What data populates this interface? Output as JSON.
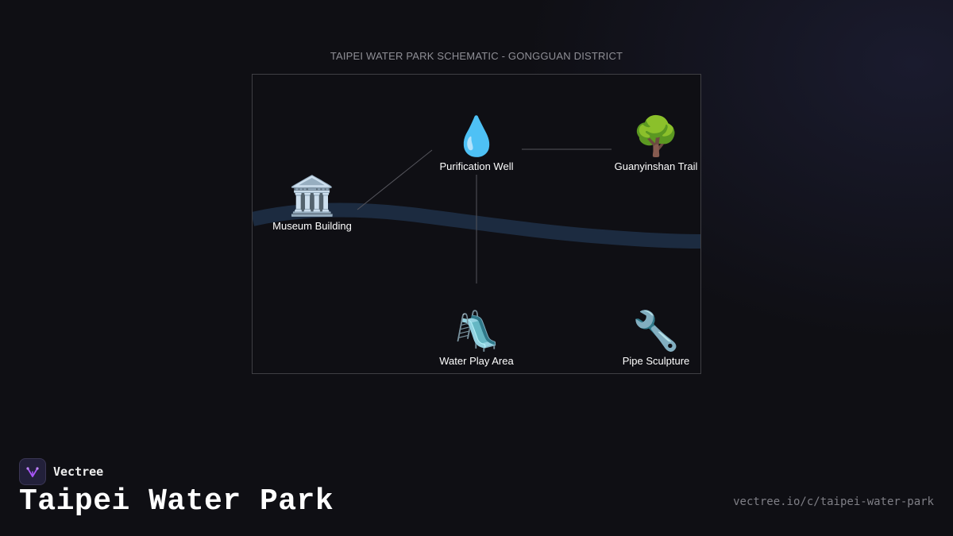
{
  "map_title": "TAIPEI WATER PARK SCHEMATIC - GONGGUAN DISTRICT",
  "nodes": {
    "museum": {
      "icon": "🏛️",
      "icon_name": "museum-building-icon",
      "label": "Museum Building"
    },
    "well": {
      "icon": "💧",
      "icon_name": "water-drop-icon",
      "label": "Purification Well"
    },
    "trail": {
      "icon": "🌳",
      "icon_name": "tree-icon",
      "label": "Guanyinshan Trail"
    },
    "play": {
      "icon": "🛝",
      "icon_name": "playground-slide-icon",
      "label": "Water Play Area"
    },
    "sculpture": {
      "icon": "🔧",
      "icon_name": "wrench-icon",
      "label": "Pipe Sculpture"
    }
  },
  "colors": {
    "river": "#1c2b40",
    "connector": "#55555c",
    "frame": "#3f3f44",
    "brand_accent": "#a855f7"
  },
  "brand": {
    "name": "Vectree",
    "logo_icon": "vectree-logo-icon"
  },
  "page": {
    "title": "Taipei Water Park",
    "url": "vectree.io/c/taipei-water-park"
  }
}
